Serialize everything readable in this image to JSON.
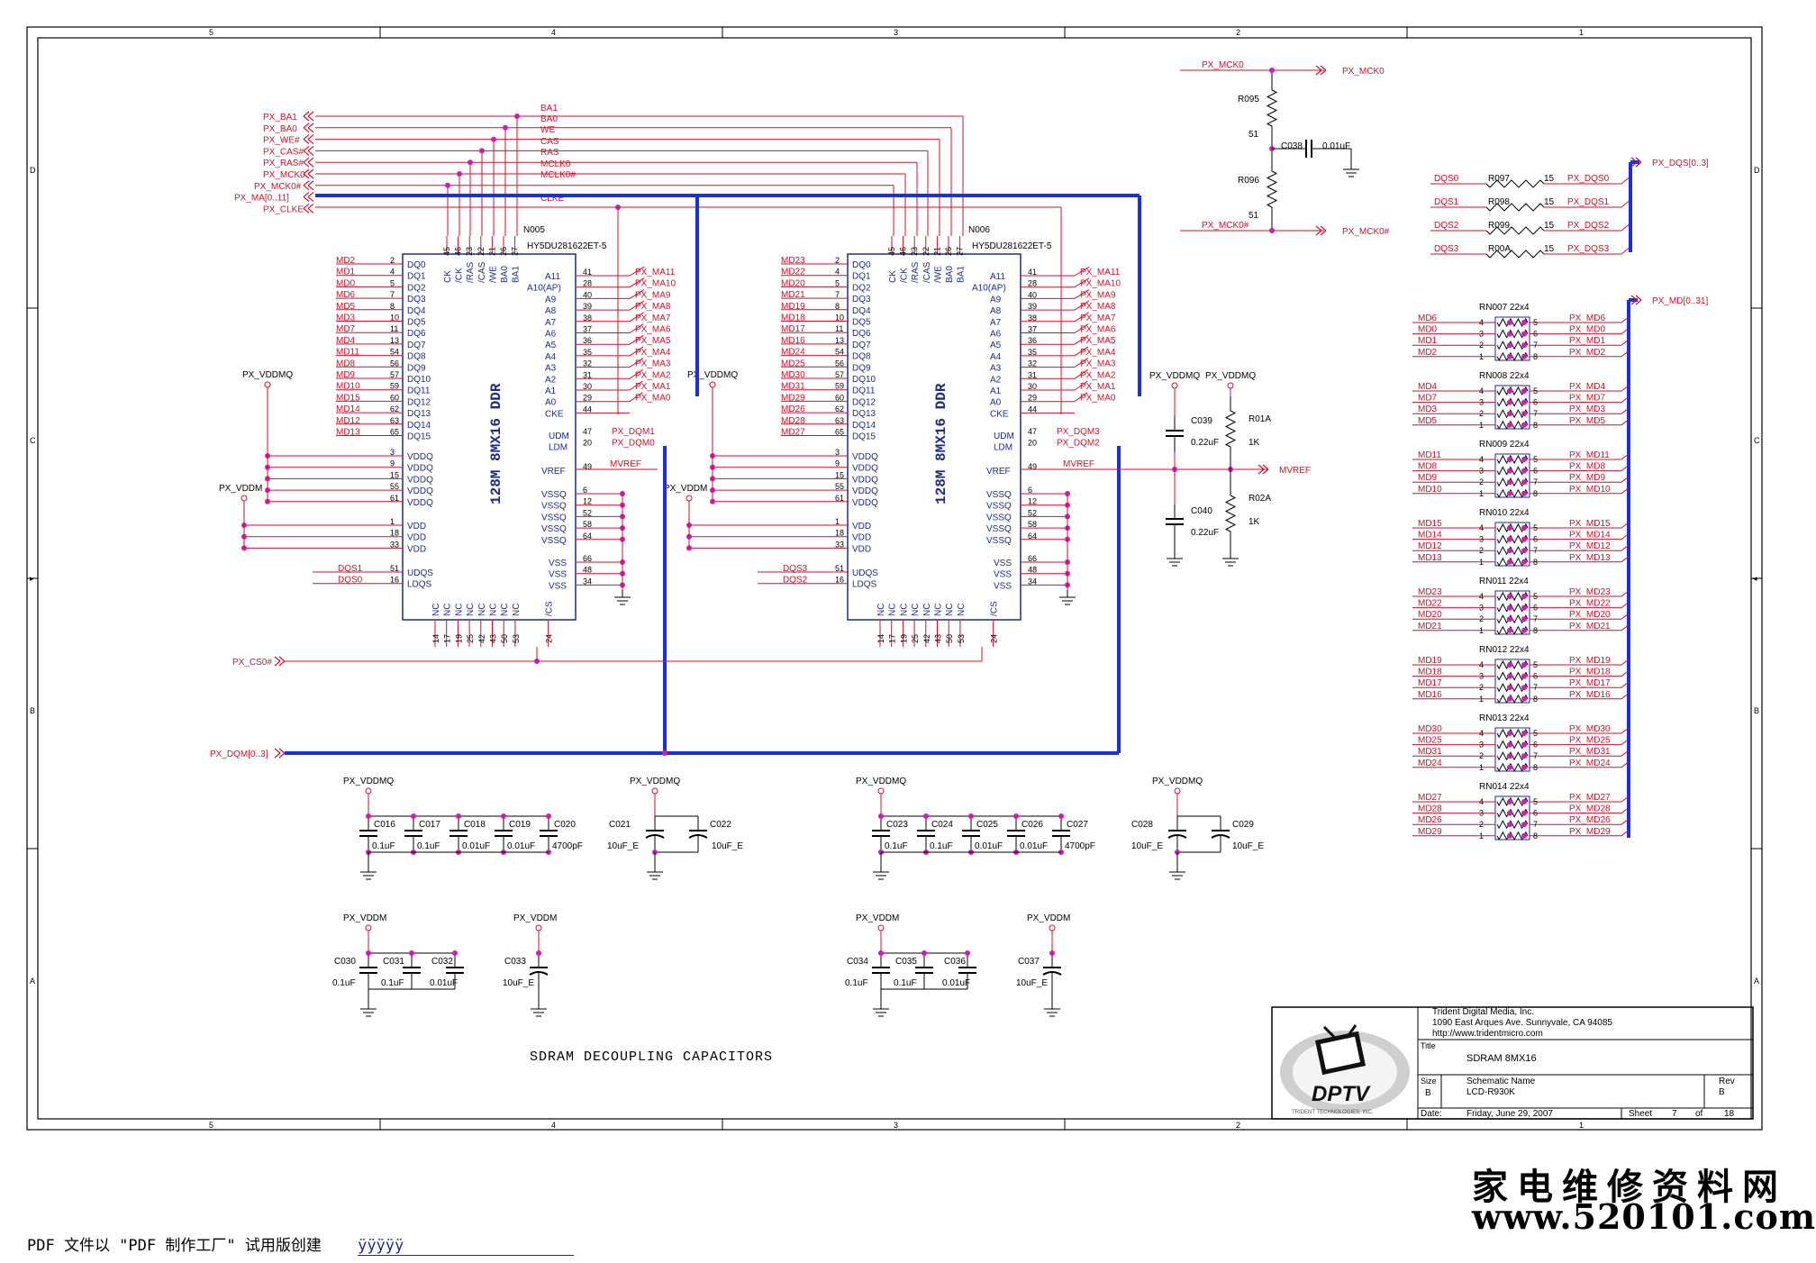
{
  "border": {
    "cols": [
      "5",
      "4",
      "3",
      "2",
      "1"
    ],
    "rows": [
      "D",
      "C",
      "B",
      "A"
    ]
  },
  "chips": [
    {
      "ref": "N005",
      "part": "HY5DU281622ET-5",
      "body": "128M 8MX16 DDR",
      "dq": [
        "MD2",
        "MD1",
        "MD0",
        "MD6",
        "MD5",
        "MD3",
        "MD7",
        "MD4",
        "MD11",
        "MD8",
        "MD9",
        "MD10",
        "MD15",
        "MD14",
        "MD12",
        "MD13"
      ],
      "ma": [
        "PX_MA11",
        "PX_MA10",
        "PX_MA9",
        "PX_MA8",
        "PX_MA7",
        "PX_MA6",
        "PX_MA5",
        "PX_MA4",
        "PX_MA3",
        "PX_MA2",
        "PX_MA1",
        "PX_MA0"
      ],
      "dqm": [
        "PX_DQM1",
        "PX_DQM0"
      ],
      "dqs": [
        "DQS1",
        "DQS0"
      ]
    },
    {
      "ref": "N006",
      "part": "HY5DU281622ET-5",
      "body": "128M 8MX16 DDR",
      "dq": [
        "MD23",
        "MD22",
        "MD20",
        "MD21",
        "MD19",
        "MD18",
        "MD17",
        "MD16",
        "MD24",
        "MD25",
        "MD30",
        "MD31",
        "MD29",
        "MD26",
        "MD28",
        "MD27"
      ],
      "ma": [
        "PX_MA11",
        "PX_MA10",
        "PX_MA9",
        "PX_MA8",
        "PX_MA7",
        "PX_MA6",
        "PX_MA5",
        "PX_MA4",
        "PX_MA3",
        "PX_MA2",
        "PX_MA1",
        "PX_MA0"
      ],
      "dqm": [
        "PX_DQM3",
        "PX_DQM2"
      ],
      "dqs": [
        "DQS3",
        "DQS2"
      ]
    }
  ],
  "pins": {
    "dq_names": [
      "DQ0",
      "DQ1",
      "DQ2",
      "DQ3",
      "DQ4",
      "DQ5",
      "DQ6",
      "DQ7",
      "DQ8",
      "DQ9",
      "DQ10",
      "DQ11",
      "DQ12",
      "DQ13",
      "DQ14",
      "DQ15"
    ],
    "dq_nums": [
      "2",
      "4",
      "5",
      "7",
      "8",
      "10",
      "11",
      "13",
      "54",
      "56",
      "57",
      "59",
      "60",
      "62",
      "63",
      "65"
    ],
    "a_names": [
      "A11",
      "A10(AP)",
      "A9",
      "A8",
      "A7",
      "A6",
      "A5",
      "A4",
      "A3",
      "A2",
      "A1",
      "A0",
      "CKE"
    ],
    "a_nums": [
      "41",
      "28",
      "40",
      "39",
      "38",
      "37",
      "36",
      "35",
      "32",
      "31",
      "30",
      "29",
      "44"
    ],
    "top_names": [
      "CK",
      "/CK",
      "/RAS",
      "/CAS",
      "/WE",
      "BA0",
      "BA1"
    ],
    "top_nums": [
      "45",
      "46",
      "23",
      "22",
      "21",
      "26",
      "27"
    ],
    "vddq_names": [
      "VDDQ",
      "VDDQ",
      "VDDQ",
      "VDDQ",
      "VDDQ"
    ],
    "vddq_nums": [
      "3",
      "9",
      "15",
      "55",
      "61"
    ],
    "vdd_names": [
      "VDD",
      "VDD",
      "VDD"
    ],
    "vdd_nums": [
      "1",
      "18",
      "33"
    ],
    "udm_names": [
      "UDM",
      "LDM"
    ],
    "udm_nums": [
      "47",
      "20"
    ],
    "vref_name": "VREF",
    "vref_num": "49",
    "vssq_names": [
      "VSSQ",
      "VSSQ",
      "VSSQ",
      "VSSQ",
      "VSSQ"
    ],
    "vssq_nums": [
      "6",
      "12",
      "52",
      "58",
      "64"
    ],
    "vss_names": [
      "VSS",
      "VSS",
      "VSS"
    ],
    "vss_nums": [
      "66",
      "48",
      "34"
    ],
    "udqs_names": [
      "UDQS",
      "LDQS"
    ],
    "udqs_nums": [
      "51",
      "16"
    ],
    "bottom_names": [
      "NC",
      "NC",
      "NC",
      "NC",
      "NC",
      "NC",
      "NC",
      "NC",
      "/CS"
    ],
    "bottom_nums": [
      "14",
      "17",
      "19",
      "25",
      "42",
      "43",
      "50",
      "53",
      "24"
    ]
  },
  "left_ports": [
    "PX_BA1",
    "PX_BA0",
    "PX_WE#",
    "PX_CAS#",
    "PX_RAS#",
    "PX_MCK0",
    "PX_MCK0#",
    "PX_MA[0..11]",
    "PX_CLKE"
  ],
  "bus_labels": [
    "BA1",
    "BA0",
    "WE",
    "CAS",
    "RAS",
    "MCLK0",
    "MCLK0#",
    "CLKE"
  ],
  "ports_misc": {
    "cs": "PX_CS0#",
    "dqm": "PX_DQM[0..3]",
    "mvref_net": "MVREF",
    "mvref_port": "MVREF"
  },
  "clock_term": {
    "port_top": "PX_MCK0",
    "port_bot": "PX_MCK0#",
    "r095": "R095",
    "r095_val": "51",
    "r096": "R096",
    "r096_val": "51",
    "c038": "C038",
    "c038_val": "0.01uF"
  },
  "vref_div": {
    "c039": "C039",
    "c039_val": "0.22uF",
    "c040": "C040",
    "c040_val": "0.22uF",
    "r01a": "R01A",
    "r01a_val": "1K",
    "r02a": "R02A",
    "r02a_val": "1K",
    "vddmq_a": "PX_VDDMQ",
    "vddmq_b": "PX_VDDMQ"
  },
  "power_labels": {
    "vddmq": "PX_VDDMQ",
    "vddm": "PX_VDDM"
  },
  "dqs_res": [
    {
      "net": "DQS0",
      "ref": "R097",
      "val": "15",
      "out": "PX_DQS0"
    },
    {
      "net": "DQS1",
      "ref": "R098",
      "val": "15",
      "out": "PX_DQS1"
    },
    {
      "net": "DQS2",
      "ref": "R099",
      "val": "15",
      "out": "PX_DQS2"
    },
    {
      "net": "DQS3",
      "ref": "R00A",
      "val": "15",
      "out": "PX_DQS3"
    }
  ],
  "dqs_port": "PX_DQS[0..3]",
  "md_port": "PX_MD[0..31]",
  "rnets": [
    {
      "ref": "RN007 22x4",
      "left": [
        "MD6",
        "MD0",
        "MD1",
        "MD2"
      ],
      "right": [
        "PX_MD6",
        "PX_MD0",
        "PX_MD1",
        "PX_MD2"
      ]
    },
    {
      "ref": "RN008 22x4",
      "left": [
        "MD4",
        "MD7",
        "MD3",
        "MD5"
      ],
      "right": [
        "PX_MD4",
        "PX_MD7",
        "PX_MD3",
        "PX_MD5"
      ]
    },
    {
      "ref": "RN009 22x4",
      "left": [
        "MD11",
        "MD8",
        "MD9",
        "MD10"
      ],
      "right": [
        "PX_MD11",
        "PX_MD8",
        "PX_MD9",
        "PX_MD10"
      ]
    },
    {
      "ref": "RN010 22x4",
      "left": [
        "MD15",
        "MD14",
        "MD12",
        "MD13"
      ],
      "right": [
        "PX_MD15",
        "PX_MD14",
        "PX_MD12",
        "PX_MD13"
      ]
    },
    {
      "ref": "RN011 22x4",
      "left": [
        "MD23",
        "MD22",
        "MD20",
        "MD21"
      ],
      "right": [
        "PX_MD23",
        "PX_MD22",
        "PX_MD20",
        "PX_MD21"
      ]
    },
    {
      "ref": "RN012 22x4",
      "left": [
        "MD19",
        "MD18",
        "MD17",
        "MD16"
      ],
      "right": [
        "PX_MD19",
        "PX_MD18",
        "PX_MD17",
        "PX_MD16"
      ]
    },
    {
      "ref": "RN013 22x4",
      "left": [
        "MD30",
        "MD25",
        "MD31",
        "MD24"
      ],
      "right": [
        "PX_MD30",
        "PX_MD25",
        "PX_MD31",
        "PX_MD24"
      ]
    },
    {
      "ref": "RN014 22x4",
      "left": [
        "MD27",
        "MD28",
        "MD26",
        "MD29"
      ],
      "right": [
        "PX_MD27",
        "PX_MD28",
        "PX_MD26",
        "PX_MD29"
      ]
    }
  ],
  "rn_pins_left": [
    "4",
    "3",
    "2",
    "1"
  ],
  "rn_pins_right": [
    "5",
    "6",
    "7",
    "8"
  ],
  "decoupling": {
    "g1": {
      "pwr": "PX_VDDMQ",
      "caps": [
        [
          "C016",
          "0.1uF"
        ],
        [
          "C017",
          "0.1uF"
        ],
        [
          "C018",
          "0.01uF"
        ],
        [
          "C019",
          "0.01uF"
        ],
        [
          "C020",
          "4700pF"
        ]
      ]
    },
    "g2": {
      "pwr": "PX_VDDMQ",
      "caps": [
        [
          "C021",
          "10uF_E"
        ],
        [
          "C022",
          "10uF_E"
        ]
      ]
    },
    "g3": {
      "pwr": "PX_VDDMQ",
      "caps": [
        [
          "C023",
          "0.1uF"
        ],
        [
          "C024",
          "0.1uF"
        ],
        [
          "C025",
          "0.01uF"
        ],
        [
          "C026",
          "0.01uF"
        ],
        [
          "C027",
          "4700pF"
        ]
      ]
    },
    "g4": {
      "pwr": "PX_VDDMQ",
      "caps": [
        [
          "C028",
          "10uF_E"
        ],
        [
          "C029",
          "10uF_E"
        ]
      ]
    },
    "g5": {
      "pwr": "PX_VDDM",
      "caps": [
        [
          "C030",
          "0.1uF"
        ],
        [
          "C031",
          "0.1uF"
        ],
        [
          "C032",
          "0.01uF"
        ]
      ]
    },
    "g6": {
      "pwr": "PX_VDDM",
      "caps": [
        [
          "C033",
          "10uF_E"
        ]
      ]
    },
    "g7": {
      "pwr": "PX_VDDM",
      "caps": [
        [
          "C034",
          "0.1uF"
        ],
        [
          "C035",
          "0.1uF"
        ],
        [
          "C036",
          "0.01uF"
        ]
      ]
    },
    "g8": {
      "pwr": "PX_VDDM",
      "caps": [
        [
          "C037",
          "10uF_E"
        ]
      ]
    }
  },
  "section_label": "SDRAM DECOUPLING CAPACITORS",
  "title_block": {
    "company": "Trident Digital Media, Inc.",
    "address": "1090 East Arques Ave.  Sunnyvale, CA 94085",
    "url": "http://www.tridentmicro.com",
    "title_lbl": "Title",
    "title": "SDRAM  8MX16",
    "size_lbl": "Size",
    "size": "B",
    "schem_lbl": "Schematic Name",
    "schem": "LCD-R930K",
    "rev_lbl": "Rev",
    "rev": "B",
    "date_lbl": "Date:",
    "date": "Friday, June 29, 2007",
    "sheet_lbl": "Sheet",
    "sheet": "7",
    "of_lbl": "of",
    "sheets": "18",
    "logo": "DPTV",
    "logo_sub": "TRIDENT TECHNOLOGIES, INC."
  },
  "watermark": {
    "cn": "家电维修资料网",
    "url": "www.520101.com"
  },
  "footer": {
    "text": "PDF 文件以 \"PDF 制作工厂\" 试用版创建",
    "link": "ÿÿÿÿÿ"
  }
}
